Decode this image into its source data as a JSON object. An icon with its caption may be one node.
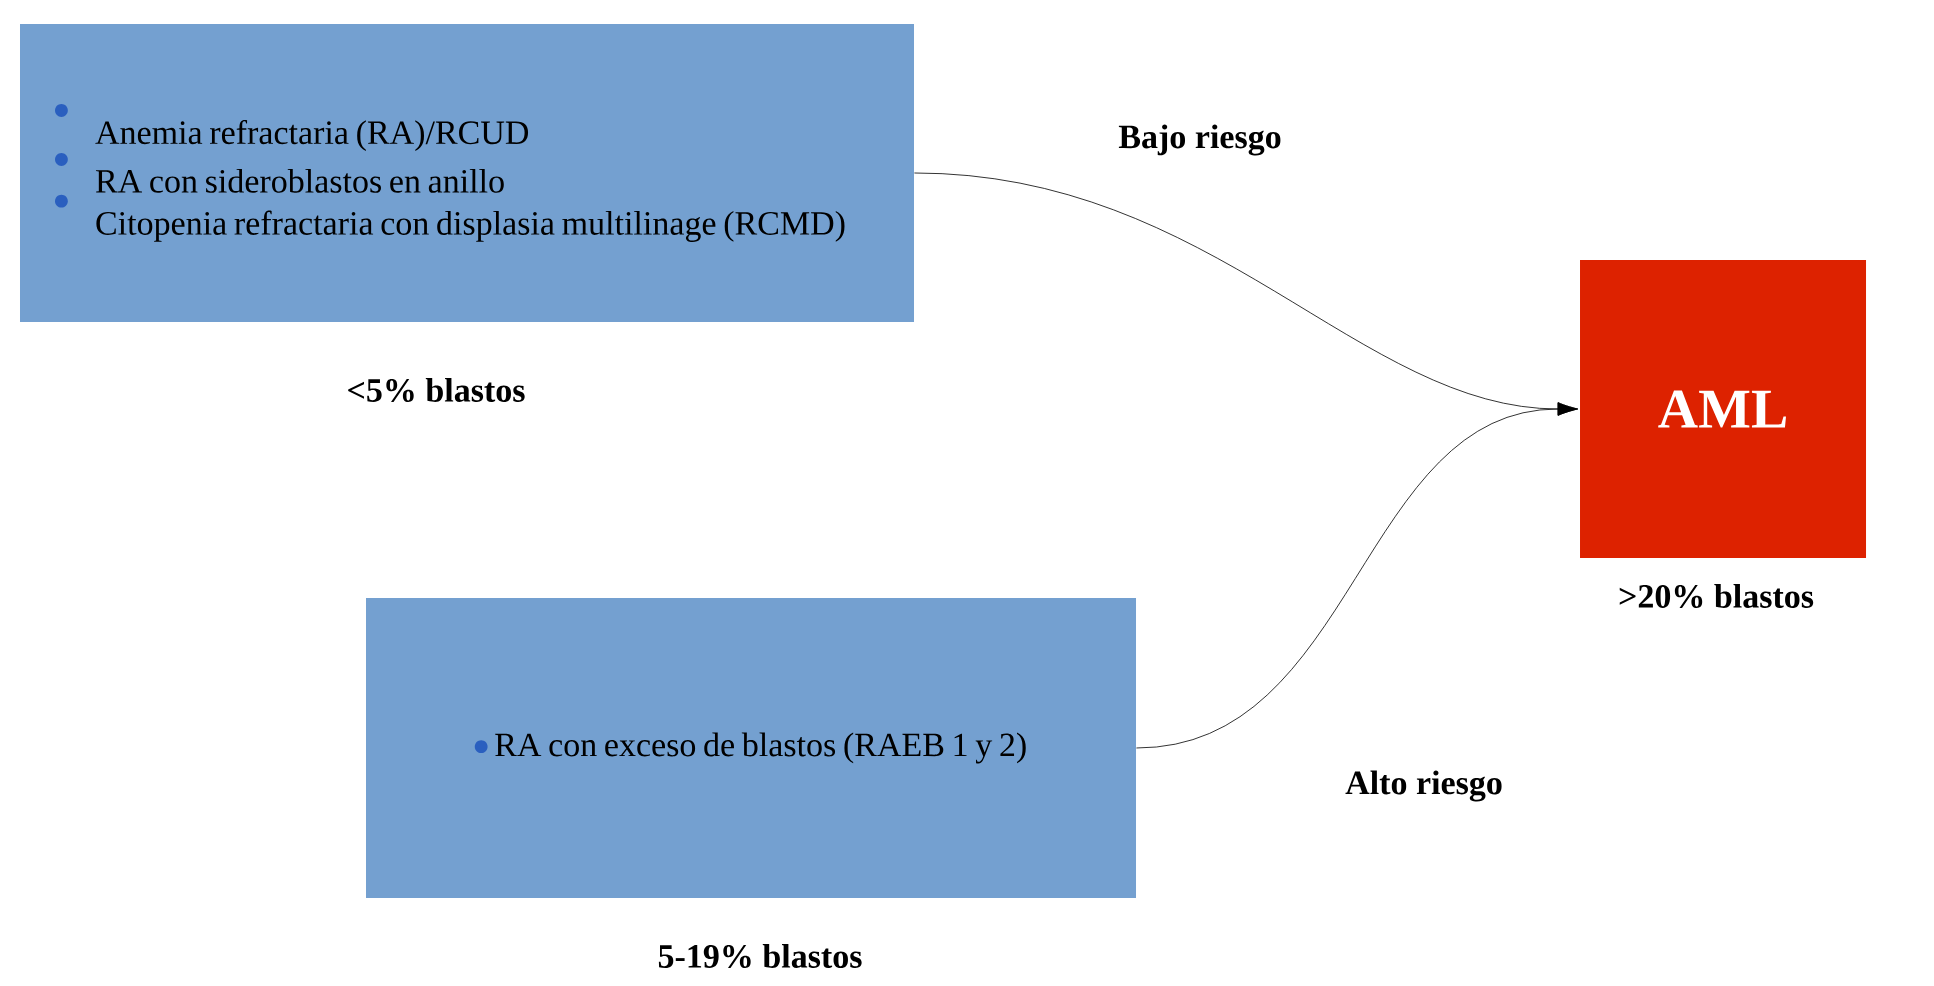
{
  "diagram": {
    "nodes": [
      {
        "text": [
          "Anemia refractaria (RA)/RCUD",
          "RA con sideroblastos en anillo",
          "Citopenia refractaria con displasia multilinage (RCMD)"
        ],
        "beside": [
          "<5% blastos"
        ]
      },
      {
        "text": [
          "RA con exceso de blastos (RAEB 1 y 2)"
        ],
        "beside": [
          "5-19% blastos"
        ]
      },
      {
        "text": [
          "AML"
        ],
        "beside": [
          ">20% blastos"
        ]
      }
    ],
    "edges": [
      {
        "from": 0,
        "to": 2,
        "arrow": "to",
        "label": "Bajo riesgo"
      },
      {
        "from": 1,
        "to": 2,
        "arrow": "to",
        "label": "Alto riesgo"
      }
    ]
  }
}
